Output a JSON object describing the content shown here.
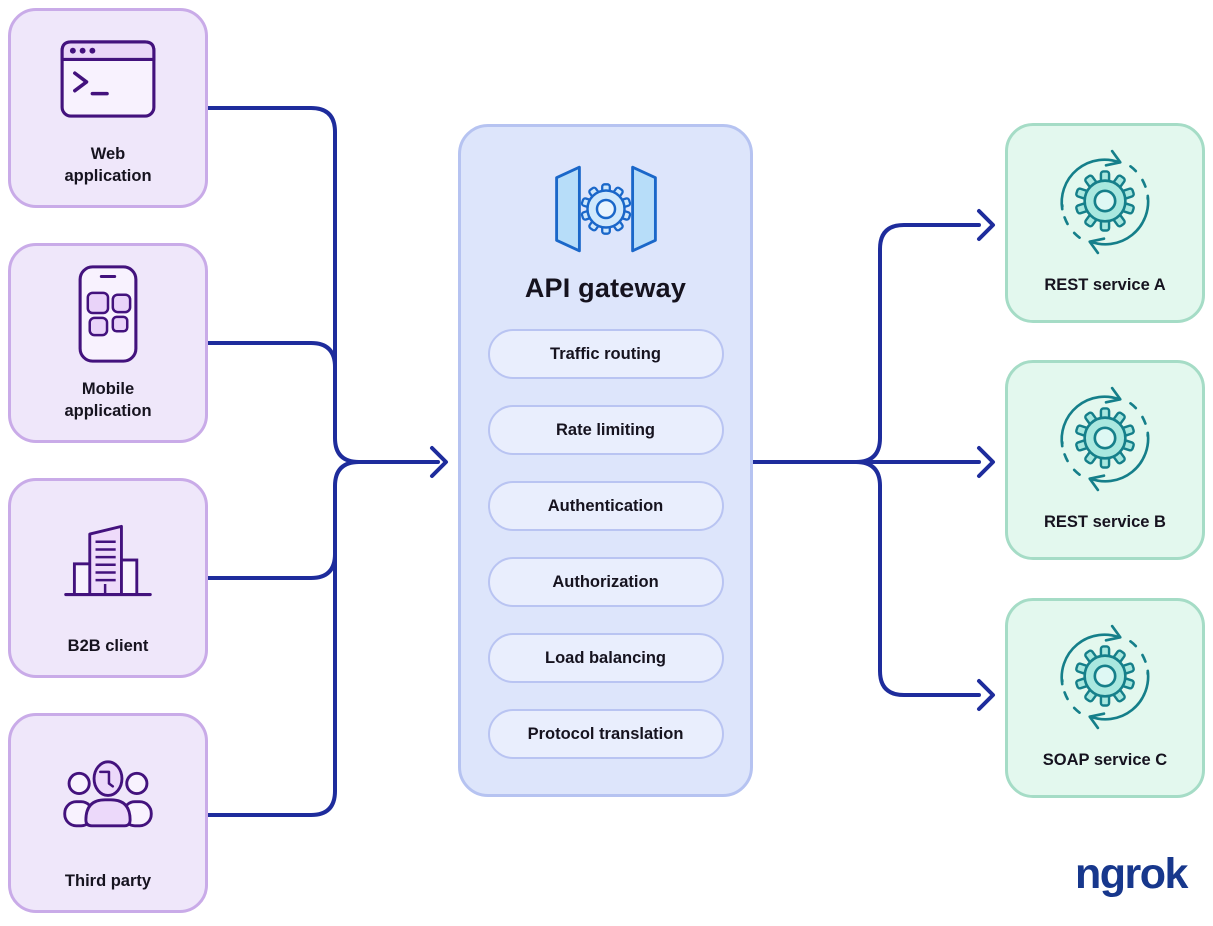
{
  "clients": [
    {
      "label": "Web application",
      "icon": "terminal-window-icon"
    },
    {
      "label": "Mobile application",
      "icon": "smartphone-icon"
    },
    {
      "label": "B2B client",
      "icon": "office-building-icon"
    },
    {
      "label": "Third party",
      "icon": "people-group-icon"
    }
  ],
  "gateway": {
    "title": "API gateway",
    "icon": "gateway-gear-icon",
    "features": [
      "Traffic routing",
      "Rate limiting",
      "Authentication",
      "Authorization",
      "Load balancing",
      "Protocol translation"
    ]
  },
  "services": [
    {
      "label": "REST service A",
      "icon": "gear-sync-icon"
    },
    {
      "label": "REST service B",
      "icon": "gear-sync-icon"
    },
    {
      "label": "SOAP service C",
      "icon": "gear-sync-icon"
    }
  ],
  "logo": {
    "text": "ngrok"
  },
  "colors": {
    "client_fill": "#efe7fa",
    "client_border": "#c9abe8",
    "client_icon_purple": "#43127d",
    "gateway_fill": "#dde5fb",
    "gateway_border": "#b6c3f1",
    "gateway_icon_blue": "#1a67c9",
    "pill_fill": "#e9eefd",
    "pill_border": "#b9c4f2",
    "service_fill": "#e3f8ee",
    "service_border": "#a5dcc6",
    "service_icon_teal": "#157f8a",
    "connector_navy": "#1e2c9c",
    "logo_blue": "#17378c",
    "text_dark": "#16131f"
  }
}
